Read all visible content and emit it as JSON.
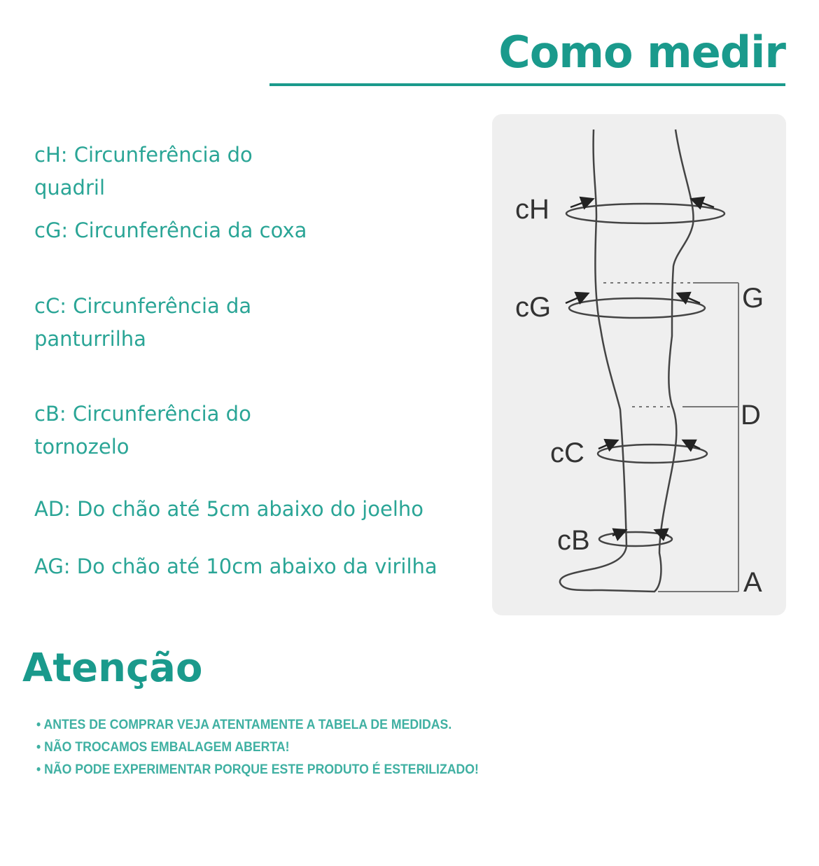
{
  "header": {
    "title": "Como medir"
  },
  "legend": [
    "cH: Circunferência do quadril",
    "cG: Circunferência da coxa",
    "cC: Circunferência da panturrilha",
    "cB: Circunferência do tornozelo",
    "AD: Do chão até 5cm abaixo do joelho",
    "AG: Do chão até 10cm abaixo da virilha"
  ],
  "diagram": {
    "labels": {
      "cH": "cH",
      "cG": "cG",
      "cC": "cC",
      "cB": "cB",
      "G": "G",
      "D": "D",
      "A": "A"
    }
  },
  "attention": {
    "title": "Atenção",
    "bullets": [
      "ANTES DE COMPRAR VEJA ATENTAMENTE A TABELA DE MEDIDAS.",
      "NÃO TROCAMOS EMBALAGEM ABERTA!",
      "NÃO PODE EXPERIMENTAR PORQUE ESTE PRODUTO É ESTERILIZADO!"
    ]
  },
  "colors": {
    "accent": "#1a9a8c"
  }
}
